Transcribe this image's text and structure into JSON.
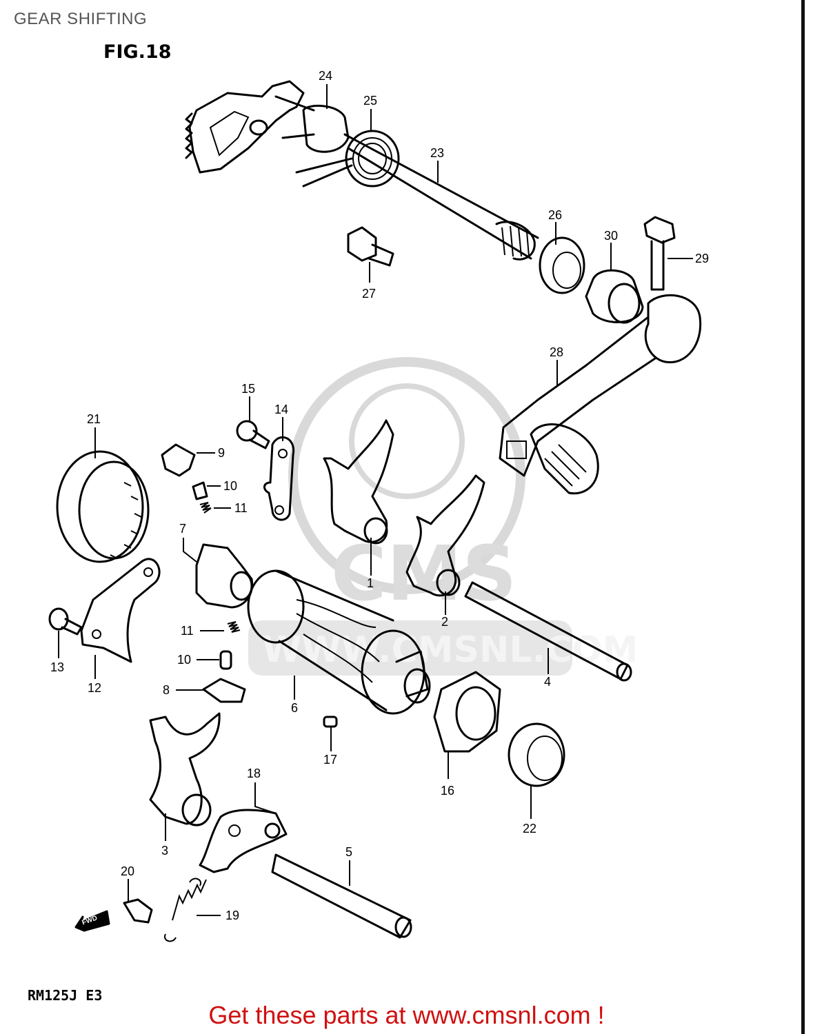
{
  "header": {
    "title": "GEAR SHIFTING"
  },
  "figure": {
    "label": "FIG.18"
  },
  "model": {
    "code": "RM125J  E3"
  },
  "footer": {
    "text": "Get these parts at www.cmsnl.com !"
  },
  "watermark": {
    "text": "WWW.CMSNL.COM",
    "logo": "CMS"
  },
  "direction_marker": {
    "text": "FWD"
  },
  "colors": {
    "footer": "#d01010",
    "header": "#555555",
    "watermark": "#d9d9d9"
  },
  "parts": [
    {
      "id": "1"
    },
    {
      "id": "2"
    },
    {
      "id": "3"
    },
    {
      "id": "4"
    },
    {
      "id": "5"
    },
    {
      "id": "6"
    },
    {
      "id": "7"
    },
    {
      "id": "8"
    },
    {
      "id": "9"
    },
    {
      "id": "10a",
      "label": "10"
    },
    {
      "id": "10b",
      "label": "10"
    },
    {
      "id": "11a",
      "label": "11"
    },
    {
      "id": "11b",
      "label": "11"
    },
    {
      "id": "12"
    },
    {
      "id": "13"
    },
    {
      "id": "14"
    },
    {
      "id": "15"
    },
    {
      "id": "16"
    },
    {
      "id": "17"
    },
    {
      "id": "18"
    },
    {
      "id": "19"
    },
    {
      "id": "20"
    },
    {
      "id": "21"
    },
    {
      "id": "22"
    },
    {
      "id": "23"
    },
    {
      "id": "24"
    },
    {
      "id": "25"
    },
    {
      "id": "26"
    },
    {
      "id": "27"
    },
    {
      "id": "28"
    },
    {
      "id": "29"
    },
    {
      "id": "30"
    }
  ]
}
